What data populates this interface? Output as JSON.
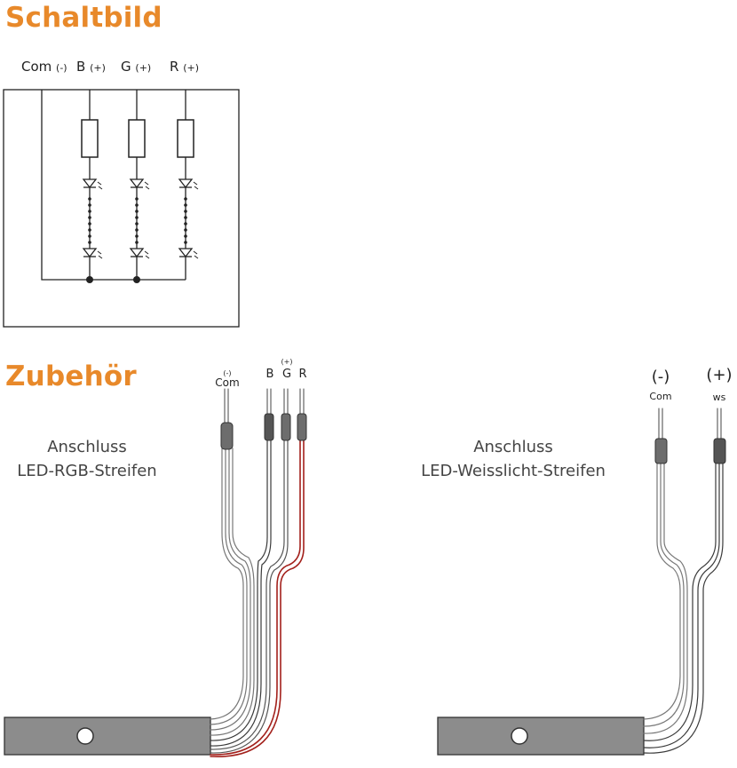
{
  "schematic": {
    "title": "Schaltbild",
    "terminals": [
      {
        "name": "Com",
        "sign": "(-)"
      },
      {
        "name": "B",
        "sign": "(+)"
      },
      {
        "name": "G",
        "sign": "(+)"
      },
      {
        "name": "R",
        "sign": "(+)"
      }
    ]
  },
  "accessories": {
    "title": "Zubehör",
    "rgb": {
      "title_line1": "Anschluss",
      "title_line2": "LED-RGB-Streifen",
      "com_sign": "(-)",
      "com_label": "Com",
      "plus_sign": "(+)",
      "b_label": "B",
      "g_label": "G",
      "r_label": "R"
    },
    "white": {
      "title_line1": "Anschluss",
      "title_line2": "LED-Weisslicht-Streifen",
      "minus_sign": "(-)",
      "com_label": "Com",
      "plus_sign": "(+)",
      "ws_label": "ws"
    }
  },
  "colors": {
    "heading": "#e8892a",
    "red_wire": "#a3211c",
    "dark_wire": "#3a3a3a",
    "strip": "#8c8c8c"
  }
}
